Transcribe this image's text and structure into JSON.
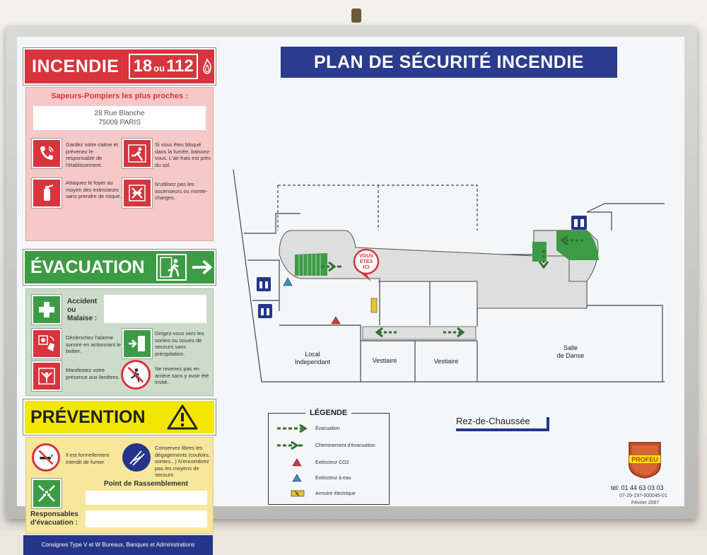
{
  "incendie": {
    "title": "INCENDIE",
    "num1": "18",
    "ou": "ou",
    "num2": "112",
    "subtitle": "Sapeurs-Pompiers les plus proches :",
    "address_line1": "28 Rue Blanche",
    "address_line2": "75009 PARIS",
    "tips": [
      "Gardez votre calme et prévenez le responsable de l'établissement.",
      "Si vous êtes bloqué dans la fumée, baissez-vous. L'air frais est près du sol.",
      "Attaquez le foyer au moyen des extincteurs sans prendre de risque.",
      "N'utilisez pas les ascenseurs ou monte-charges."
    ]
  },
  "evacuation": {
    "title": "ÉVACUATION",
    "accident_label_1": "Accident",
    "accident_label_2": "ou",
    "accident_label_3": "Malaise :",
    "tips": [
      "Déclenchez l'alarme sonore en actionnant le boitier.",
      "Dirigez-vous vers les sorties ou issues de secours sans précipitation.",
      "Manifestez votre présence aux fenêtres.",
      "Ne revenez pas en arrière sans y avoir été invité."
    ]
  },
  "prevention": {
    "title": "PRÉVENTION",
    "tips": [
      "Il est formellement interdit de fumer.",
      "Conservez libres les dégagements (couloirs, sorties...) N'encombrez pas les moyens de secours"
    ],
    "assembly_label": "Point de Rassemblement",
    "responsables_label_1": "Responsables",
    "responsables_label_2": "d'évacuation :"
  },
  "footer": "Consignes Type V et W Bureaux, Banques et Administrations",
  "plan_title": "PLAN DE SÉCURITÉ INCENDIE",
  "you_are_here": [
    "VOUS",
    "ETES",
    "ICI"
  ],
  "rooms": {
    "local_1": "Local",
    "local_2": "Independant",
    "vestiaire_a": "Vestiaire",
    "vestiaire_b": "Vestiaire",
    "salle_1": "Salle",
    "salle_2": "de Danse"
  },
  "legend": {
    "title": "LÉGENDE",
    "items": [
      "Évacuation",
      "Cheminement d'évacuation",
      "Extincteur CO2",
      "Extincteur à eau",
      "Armoire électrique"
    ]
  },
  "floor_label": "Rez-de-Chaussée",
  "brand": "PROFEU",
  "tel": "tél: 01 44 63 03 03",
  "ref": "07-29-197-000045-01",
  "date": "Février 2007",
  "colors": {
    "red": "#d8343d",
    "green": "#3e9b45",
    "yellow": "#f3e600",
    "navy": "#2b3b8d"
  }
}
